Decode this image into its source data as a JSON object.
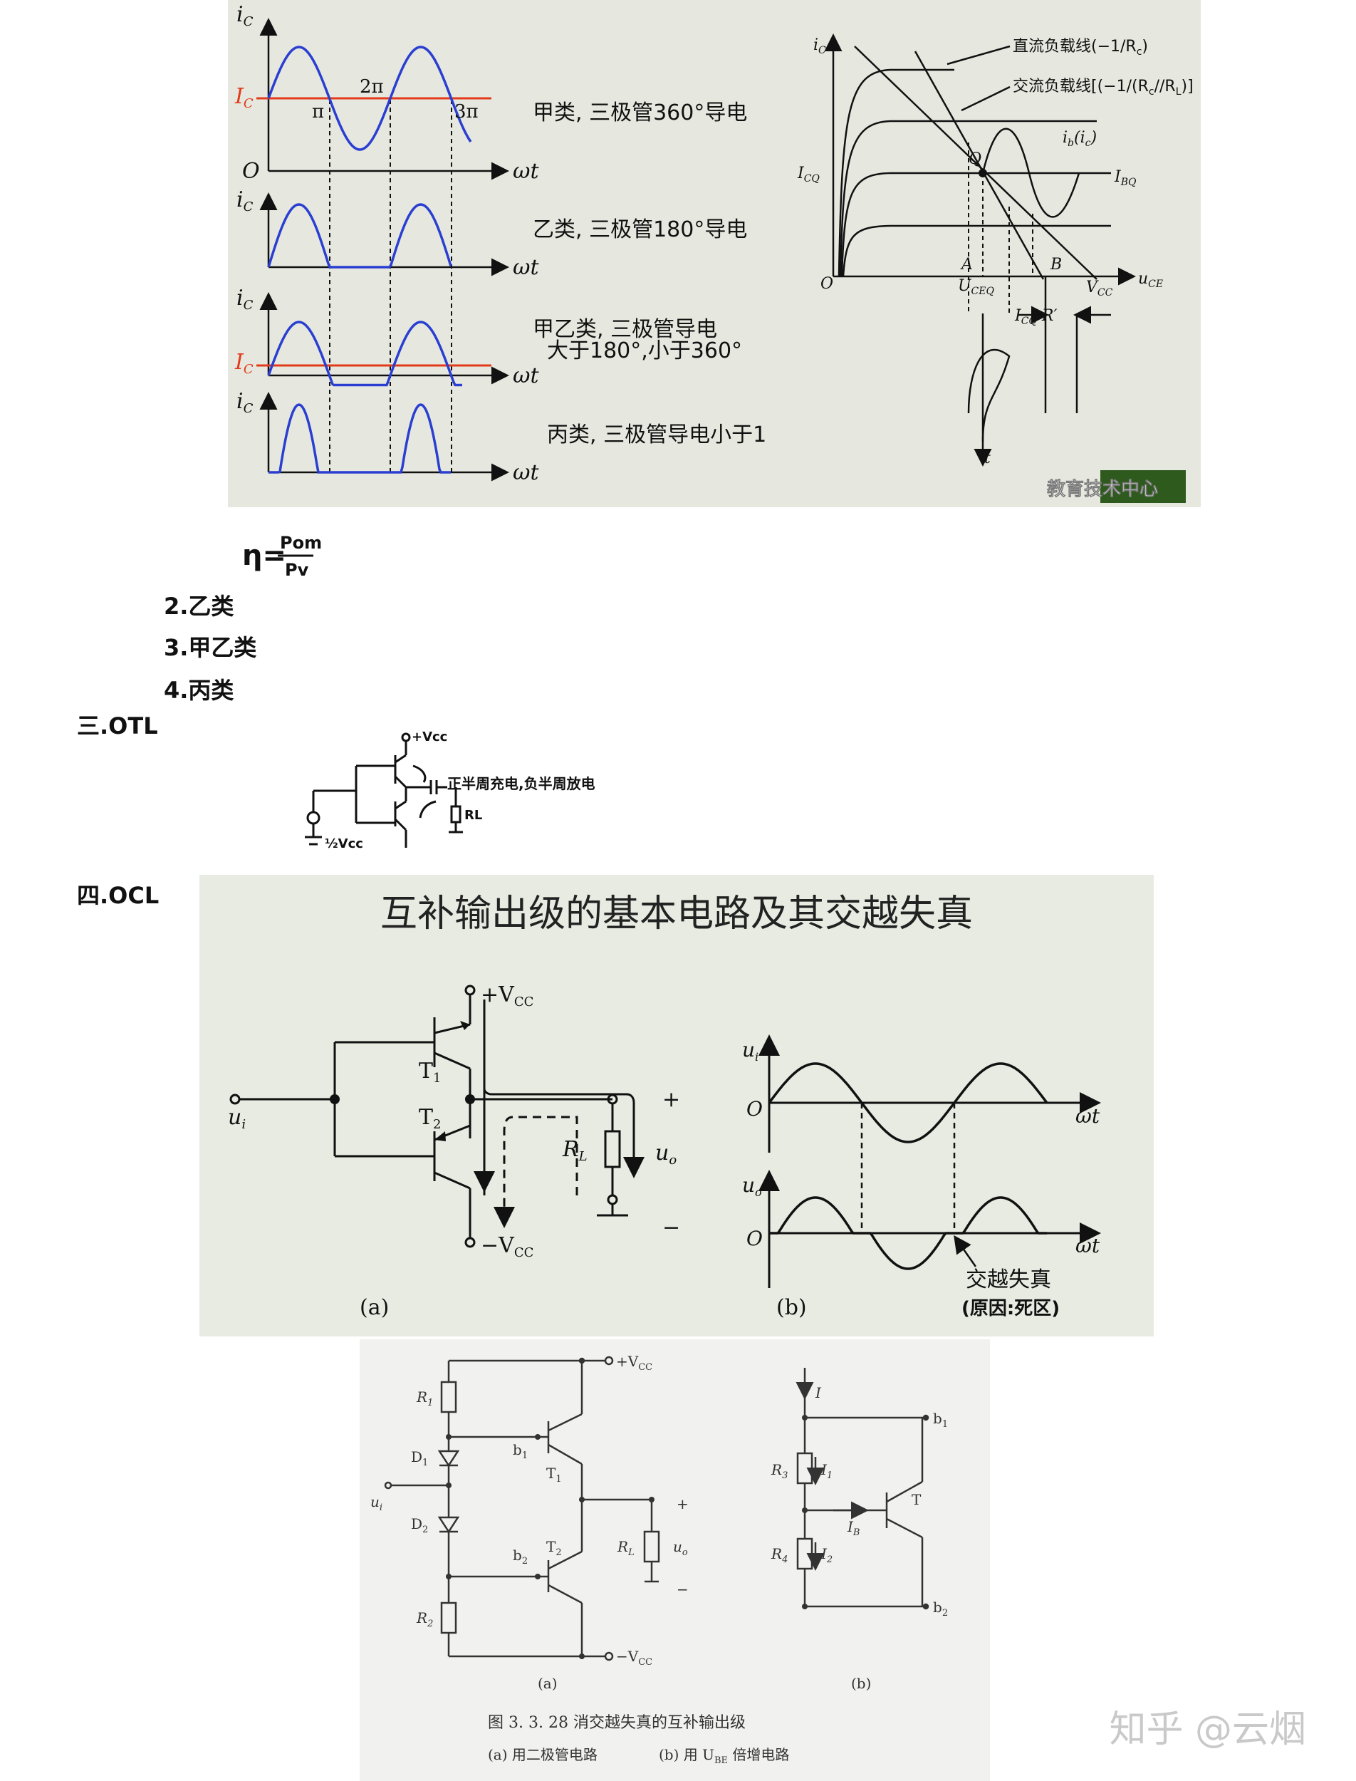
{
  "panel1": {
    "axis_ic": "i",
    "axis_ic_sub": "C",
    "origin": "O",
    "wt": "ωt",
    "Ic_label": "I",
    "Ic_sub": "C",
    "pi": "π",
    "two_pi": "2π",
    "three_pi": "3π",
    "class_a": "甲类, 三极管360°导电",
    "class_b": "乙类, 三极管180°导电",
    "class_ab_1": "甲乙类, 三极管导电",
    "class_ab_2": "大于180°,小于360°",
    "class_c": "丙类, 三极管导电小于1",
    "dc_load_line": "直流负载线(−1/R",
    "dc_load_line_sub": "c",
    "ac_load_line": "交流负载线[(−1/(R",
    "ac_load_line_rest": "//R",
    "ac_load_line_end": ")]",
    "Q": "Q",
    "ICQ": "I",
    "ICQ_sub": "CQ",
    "IBQ": "I",
    "IBQ_sub": "BQ",
    "ib_ic": "i",
    "ib_ic_rest": "(i",
    "A": "A",
    "B": "B",
    "UCEQ": "U",
    "UCEQ_sub": "CEQ",
    "VCC": "V",
    "VCC_sub": "CC",
    "uCE": "u",
    "uCE_sub": "CE",
    "ICQRL": "I",
    "ICQRL_sub": "CQ",
    "ICQRL_rest": "·R′",
    "t": "t",
    "logo_text": "教育技术中心",
    "colors": {
      "sine": "#2a3fd1",
      "ic_line": "#e23a1a"
    }
  },
  "notes": {
    "eta": "η=",
    "eta_num": "Pom",
    "eta_den": "Pv",
    "item2": "2.乙类",
    "item3": "3.甲乙类",
    "item4": "4.丙类",
    "otl": "三.OTL",
    "vcc_plus": "+Vcc",
    "annotation": "正半周充电,负半周放电",
    "rl": "RL",
    "half_vcc": "½Vcc",
    "ocl": "四.OCL"
  },
  "panel2": {
    "title": "互补输出级的基本电路及其交越失真",
    "vcc_plus": "+V",
    "vcc_minus": "−V",
    "vcc_sub": "CC",
    "T1": "T",
    "T1_sub": "1",
    "T2": "T",
    "T2_sub": "2",
    "ui": "u",
    "ui_sub": "i",
    "RL": "R",
    "RL_sub": "L",
    "uo": "u",
    "uo_sub": "o",
    "plus": "+",
    "minus": "−",
    "O": "O",
    "wt": "ωt",
    "crossover": "交越失真",
    "cause": "(原因:死区)",
    "cap_a": "(a)",
    "cap_b": "(b)"
  },
  "panel3": {
    "vcc_plus": "+V",
    "vcc_minus": "−V",
    "vcc_sub": "CC",
    "R1": "R",
    "R1_sub": "1",
    "R2": "R",
    "R2_sub": "2",
    "D1": "D",
    "D1_sub": "1",
    "D2": "D",
    "D2_sub": "2",
    "b1": "b",
    "b1_sub": "1",
    "b2": "b",
    "b2_sub": "2",
    "T1": "T",
    "T1_sub": "1",
    "T2": "T",
    "T2_sub": "2",
    "ui": "u",
    "ui_sub": "i",
    "RL": "R",
    "RL_sub": "L",
    "uo": "u",
    "uo_sub": "o",
    "plus": "+",
    "minus": "−",
    "I": "I",
    "I1": "I",
    "I1_sub": "1",
    "I2": "I",
    "I2_sub": "2",
    "IB": "I",
    "IB_sub": "B",
    "R3": "R",
    "R3_sub": "3",
    "R4": "R",
    "R4_sub": "4",
    "T": "T",
    "cap_a": "(a)",
    "cap_b": "(b)",
    "figure_title": "图 3. 3. 28   消交越失真的互补输出级",
    "figure_sub_a": "(a) 用二极管电路",
    "figure_sub_b": "(b) 用 U",
    "figure_sub_b_sub": "BE",
    "figure_sub_b_end": " 倍增电路"
  },
  "watermark": "知乎 @云烟"
}
